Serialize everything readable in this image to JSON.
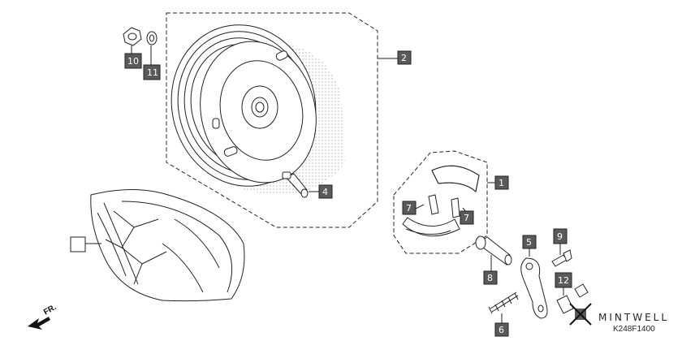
{
  "callouts": {
    "c1": "1",
    "c2": "2",
    "c4": "4",
    "c5": "5",
    "c6": "6",
    "c7a": "7",
    "c7b": "7",
    "c8": "8",
    "c9": "9",
    "c10": "10",
    "c11": "11",
    "c12": "12",
    "blank": ""
  },
  "direction_label": "FR.",
  "brand": "MINTWELL",
  "diagram_code": "K248F1400",
  "colors": {
    "callout_fill": "#5a5a5a",
    "line": "#222222",
    "stipple": "#9a9a9a"
  }
}
